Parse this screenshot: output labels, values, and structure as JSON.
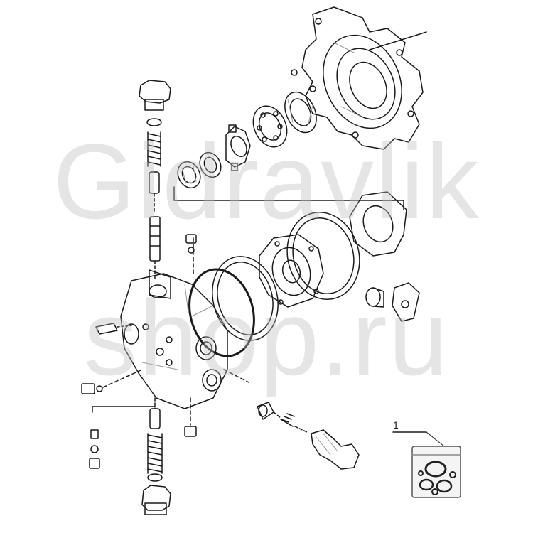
{
  "watermark": {
    "line1": "Gidravlik",
    "line2": "shop.ru"
  },
  "callouts": [
    {
      "label": "1",
      "part": "seal kit bag"
    }
  ],
  "colors": {
    "line": "#1a1a1a",
    "hatch": "#9a9a9a",
    "watermark": "#bebebe"
  }
}
